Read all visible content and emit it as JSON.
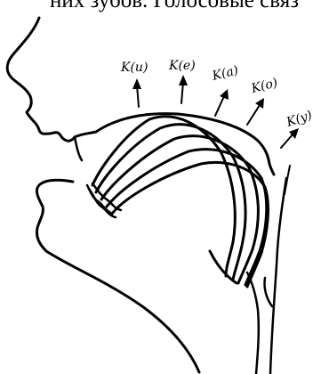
{
  "header": {
    "text": "них зубов. Голосовые связ"
  },
  "figure": {
    "labels": [
      "K(u)",
      "K(e)",
      "K(a)",
      "K(o)",
      "K(y)"
    ],
    "stroke_color": "#000000",
    "background": "#ffffff"
  }
}
